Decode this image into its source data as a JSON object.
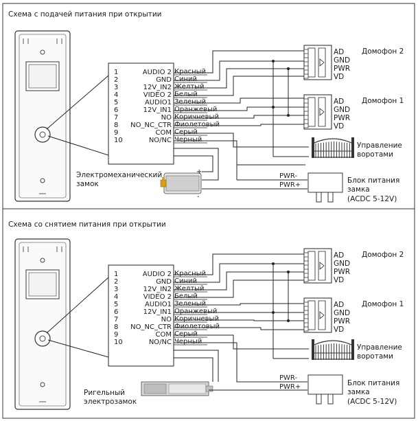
{
  "diagrams": [
    {
      "title": "Схема с подачей питания при открытии",
      "lock_label": [
        "Электромеханический",
        "замок"
      ]
    },
    {
      "title": "Схема со снятием питания при открытии",
      "lock_label": [
        "Ригельный",
        "электрозамок"
      ]
    }
  ],
  "terminals": [
    {
      "num": "1",
      "name": "AUDIO 2",
      "wire": "Красный"
    },
    {
      "num": "2",
      "name": "GND",
      "wire": "Синий"
    },
    {
      "num": "3",
      "name": "12V_IN2",
      "wire": "Желтый"
    },
    {
      "num": "4",
      "name": "VIDEO 2",
      "wire": "Белый"
    },
    {
      "num": "5",
      "name": "AUDIO1",
      "wire": "Зеленый"
    },
    {
      "num": "6",
      "name": "12V_IN1",
      "wire": "Оранжевый"
    },
    {
      "num": "7",
      "name": "NO",
      "wire": "Коричневый"
    },
    {
      "num": "8",
      "name": "NO_NC_CTR",
      "wire": "Фиолетовый"
    },
    {
      "num": "9",
      "name": "COM",
      "wire": "Серый"
    },
    {
      "num": "10",
      "name": "NO/NC",
      "wire": "Черный"
    }
  ],
  "connector_pins": [
    "AD",
    "GND",
    "PWR",
    "VD"
  ],
  "intercom2": "Домофон 2",
  "intercom1": "Домофон 1",
  "gate_label": [
    "Управление",
    "воротами"
  ],
  "psu_label": [
    "Блок питания",
    "замка",
    "(ACDC 5-12V)"
  ],
  "pwr_minus": "PWR-",
  "pwr_plus": "PWR+",
  "plus_sign": "+",
  "minus_sign": "-"
}
